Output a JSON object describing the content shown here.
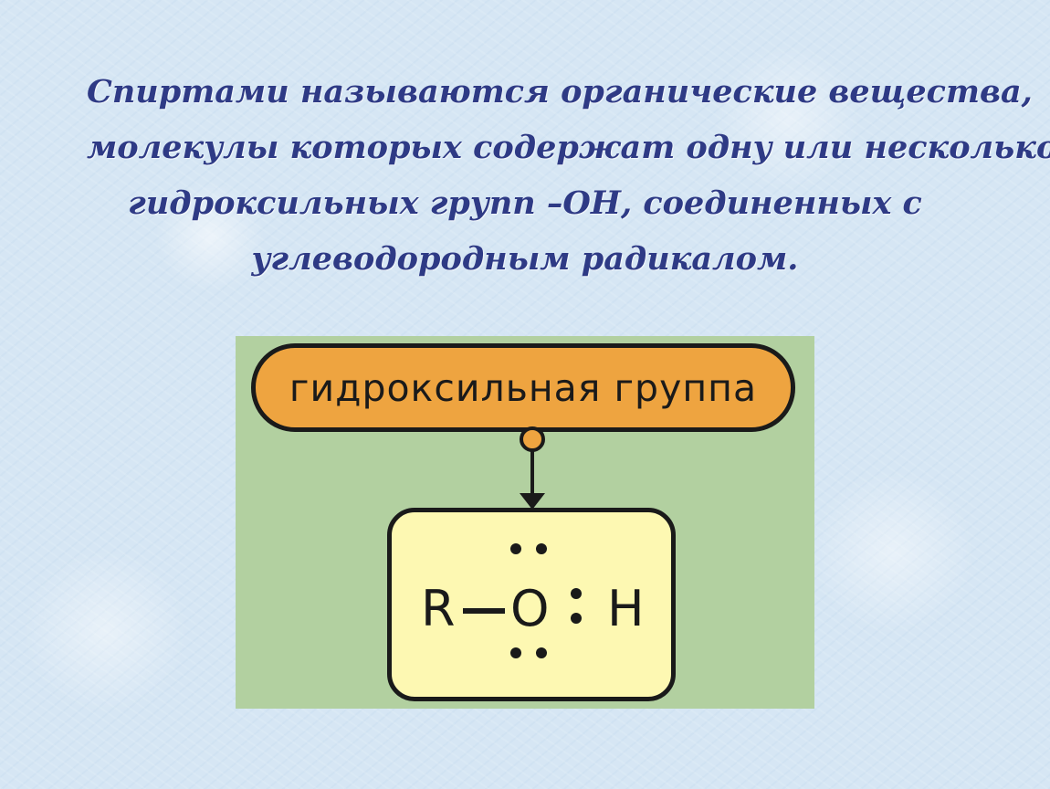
{
  "definition": {
    "lines": [
      "Спиртами называются органические вещества,",
      "молекулы которых содержат одну или несколько",
      "гидроксильных групп –ОН, соединенных с",
      "углеводородным радикалом."
    ]
  },
  "diagram": {
    "group_label": "гидроксильная группа",
    "formula": {
      "radical": "R",
      "oxygen": "O",
      "hydrogen": "H"
    },
    "colors": {
      "panel": "#b2d0a0",
      "label_fill": "#eea440",
      "formula_fill": "#fdf8b2",
      "outline": "#1a1a1a"
    }
  }
}
